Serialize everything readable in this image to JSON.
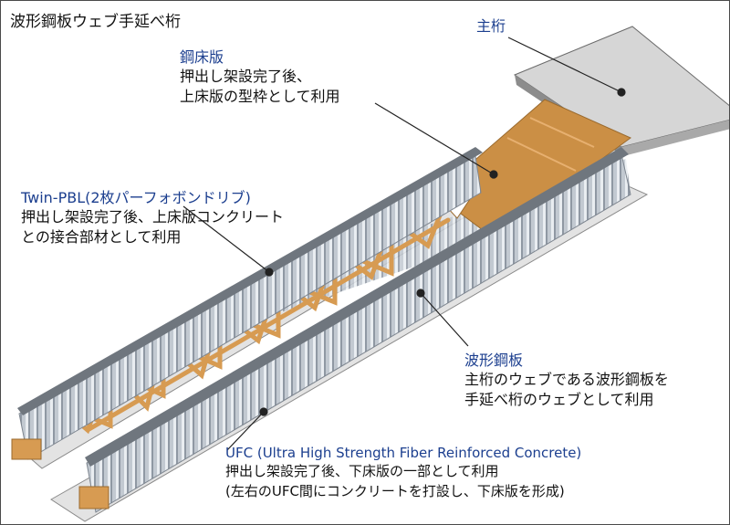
{
  "title": "波形鋼板ウェブ手延べ桁",
  "colors": {
    "accent_blue": "#1c3f8f",
    "wood": "#d79b52",
    "deck": "#cb8f45",
    "main_girder": "#d4d4d4",
    "corrugated_web": "#c2c9d1",
    "leader": "#222222"
  },
  "callouts": {
    "main_girder": {
      "heading": "主桁"
    },
    "steel_deck": {
      "heading": "鋼床版",
      "lines": [
        "押出し架設完了後、",
        "上床版の型枠として利用"
      ]
    },
    "twin_pbl": {
      "heading": "Twin-PBL(2枚パーフォボンドリブ)",
      "lines": [
        "押出し架設完了後、上床版コンクリート",
        "との接合部材として利用"
      ]
    },
    "corrugated_steel": {
      "heading": "波形鋼板",
      "lines": [
        "主桁のウェブである波形鋼板を",
        "手延べ桁のウェブとして利用"
      ]
    },
    "ufc": {
      "heading": "UFC (Ultra High Strength Fiber Reinforced Concrete)",
      "lines": [
        "押出し架設完了後、下床版の一部として利用",
        "(左右のUFC間にコンクリートを打設し、下床版を形成)"
      ]
    }
  }
}
